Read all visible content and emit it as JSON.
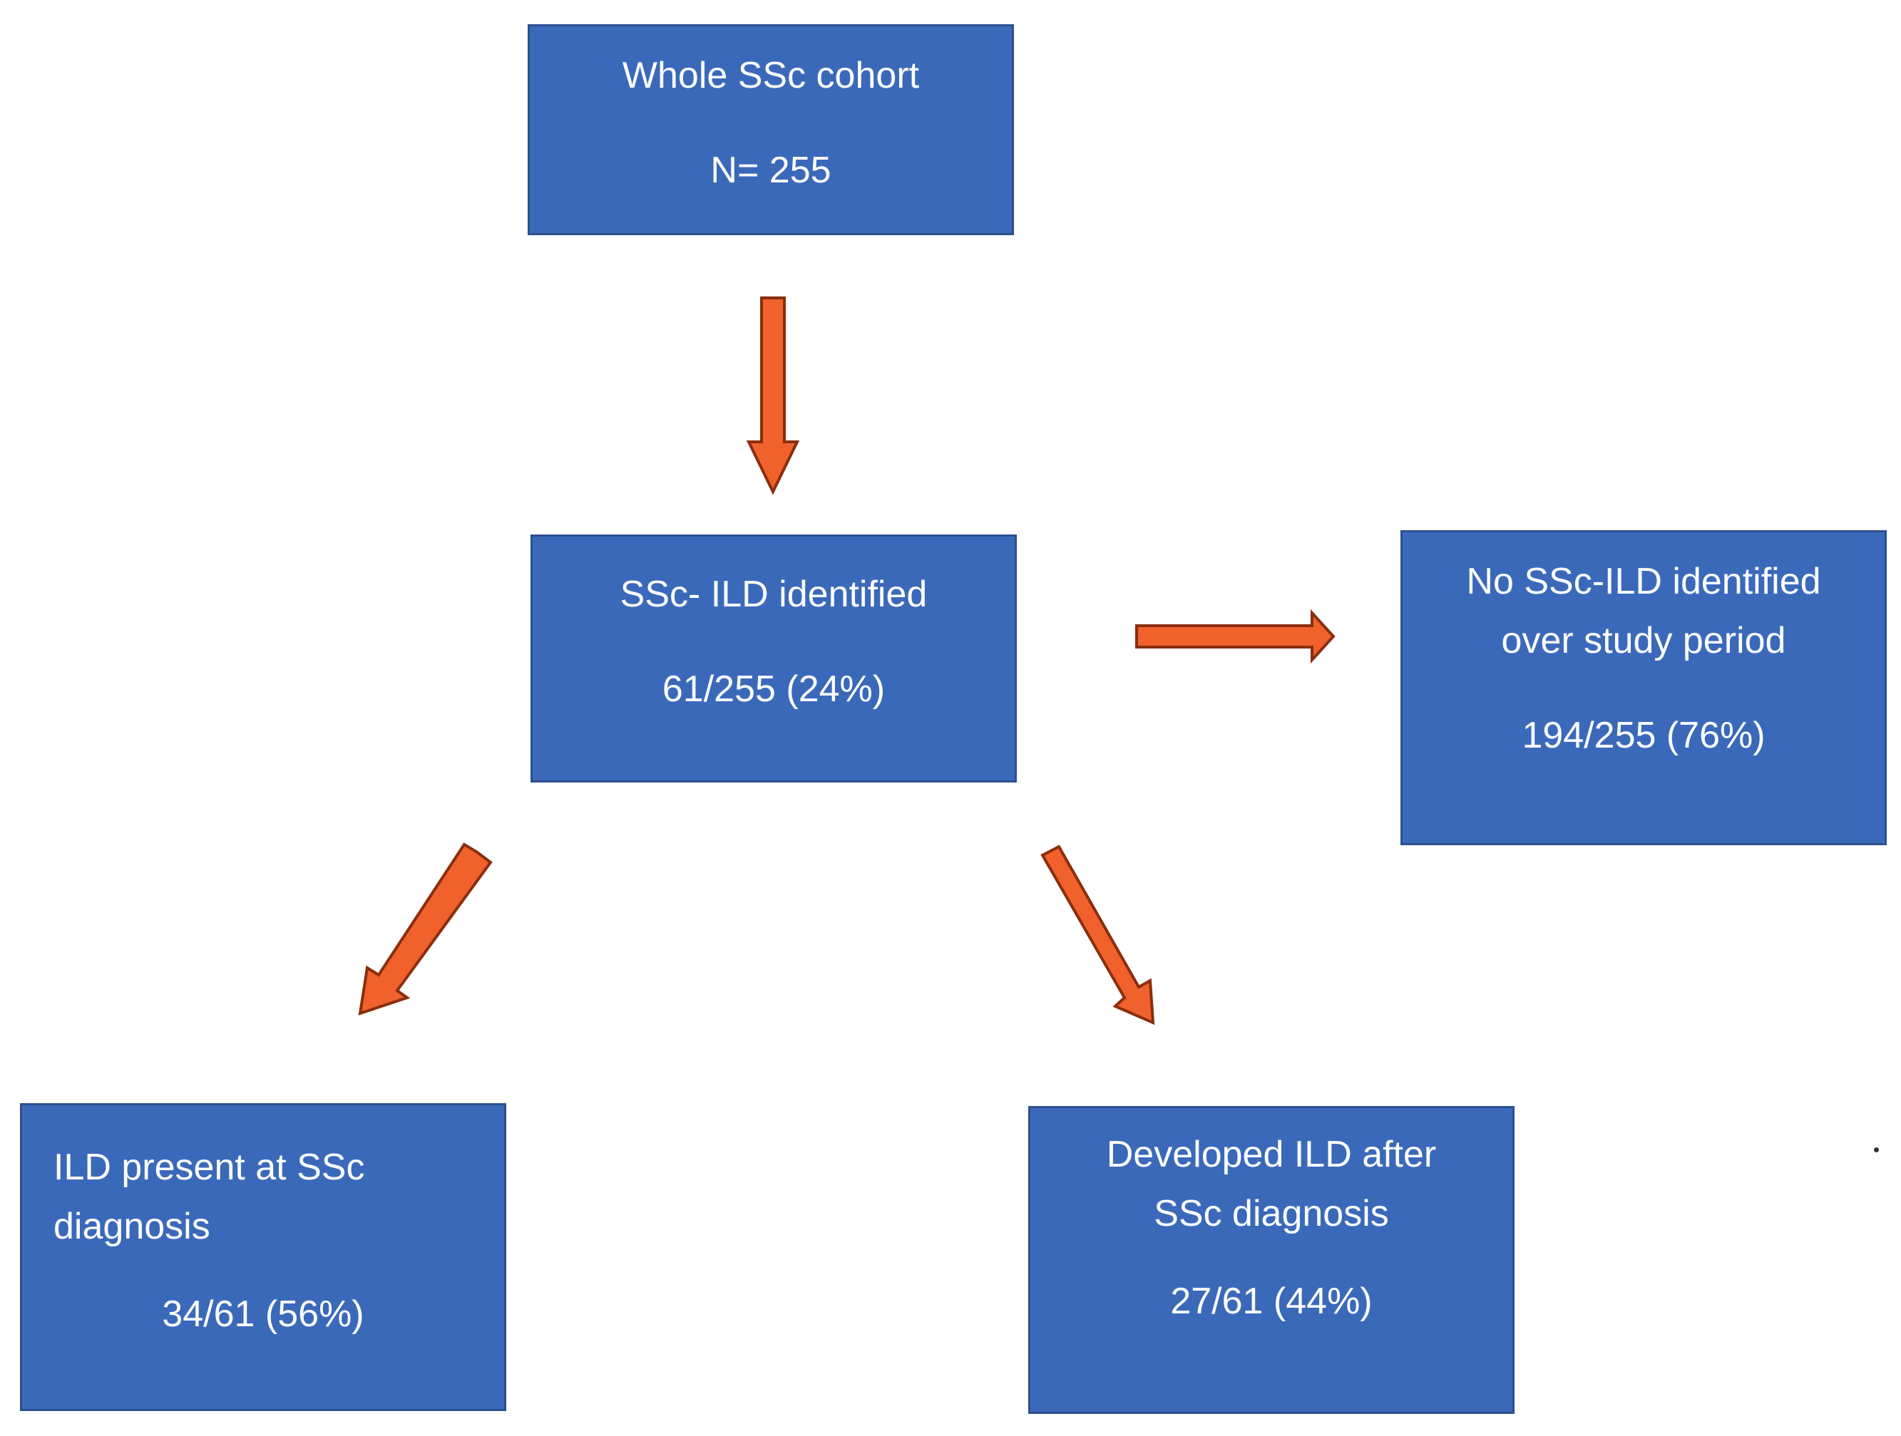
{
  "flowchart": {
    "colors": {
      "box_fill": "#3b69ba",
      "box_border": "#2c4f8e",
      "text": "#ffffff",
      "arrow_fill": "#f0612c",
      "arrow_stroke": "#8a2e0e"
    },
    "nodes": {
      "cohort": {
        "line1": "Whole SSc cohort",
        "line2": "N= 255"
      },
      "ild_identified": {
        "line1": "SSc- ILD identified",
        "line2": "61/255 (24%)"
      },
      "no_ild": {
        "line1": "No SSc-ILD identified",
        "line2": "over study period",
        "line3": "194/255 (76%)"
      },
      "ild_present": {
        "line1": "ILD present at SSc",
        "line2": "diagnosis",
        "line3": "34/61 (56%)"
      },
      "ild_developed": {
        "line1": "Developed ILD after",
        "line2": "SSc diagnosis",
        "line3": "27/61 (44%)"
      }
    },
    "edges": [
      {
        "from": "cohort",
        "to": "ild_identified"
      },
      {
        "from": "ild_identified",
        "to": "no_ild"
      },
      {
        "from": "ild_identified",
        "to": "ild_present"
      },
      {
        "from": "ild_identified",
        "to": "ild_developed"
      }
    ]
  }
}
